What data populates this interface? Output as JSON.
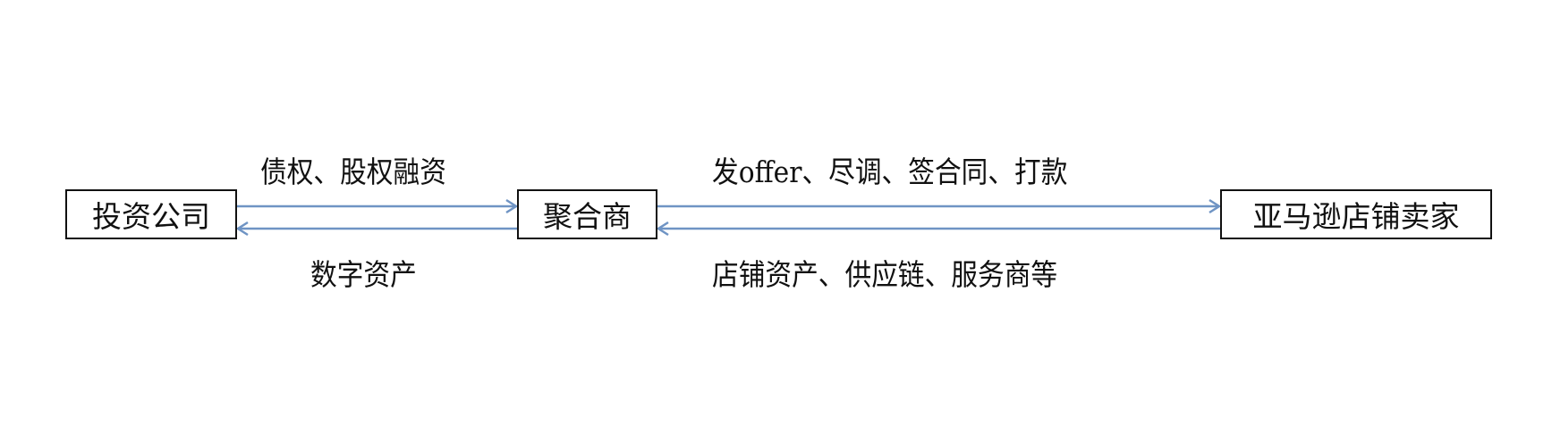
{
  "nodes": {
    "investor": "投资公司",
    "aggregator": "聚合商",
    "seller": "亚马逊店铺卖家"
  },
  "edges": {
    "investor_to_aggregator": "债权、股权融资",
    "aggregator_to_investor": "数字资产",
    "aggregator_to_seller": "发offer、尽调、签合同、打款",
    "seller_to_aggregator": "店铺资产、供应链、服务商等"
  },
  "colors": {
    "arrow": "#6f94c4",
    "border": "#111111"
  }
}
